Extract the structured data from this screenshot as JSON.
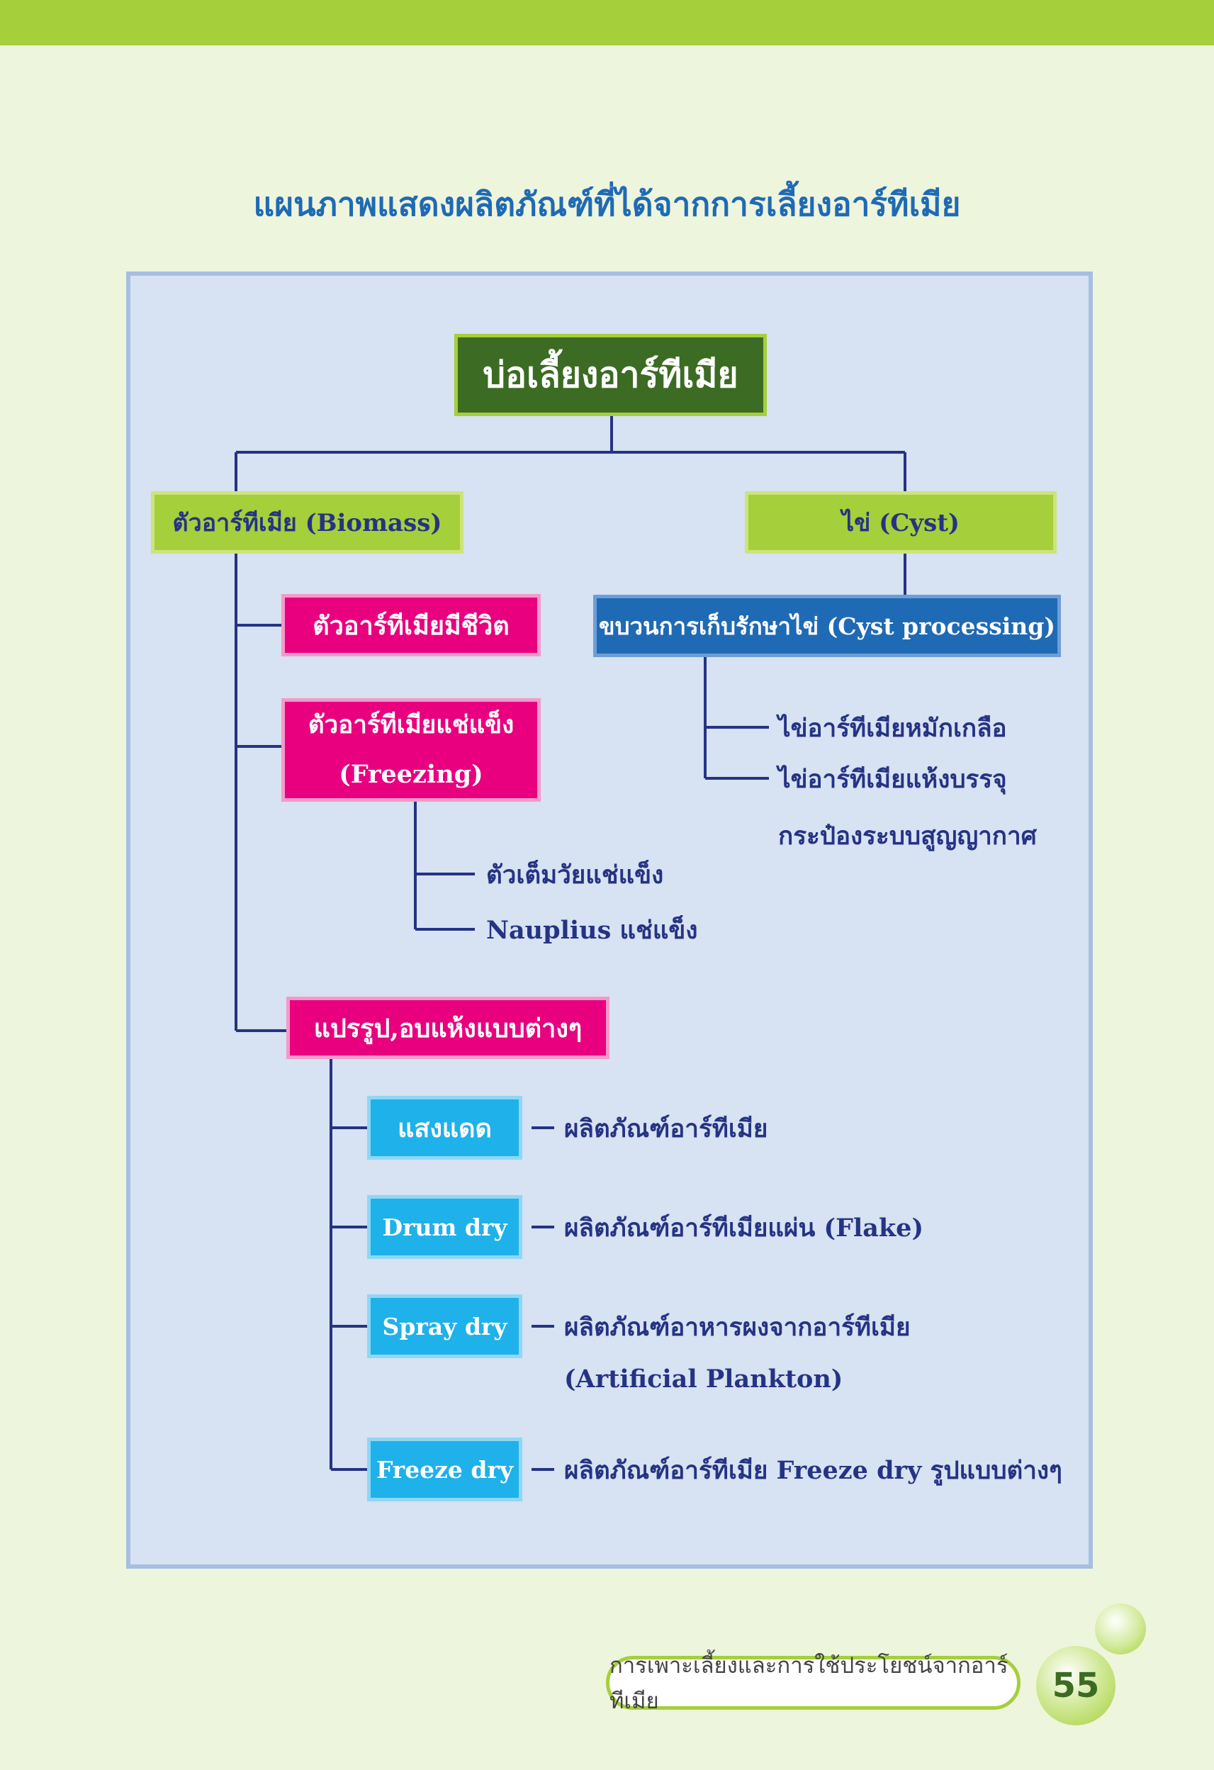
{
  "title": "แผนภาพแสดงผลิตภัณฑ์ที่ได้จากการเลี้ยงอาร์ทีเมีย",
  "diagram": {
    "root": "บ่อเลี้ยงอาร์ทีเมีย",
    "biomass": "ตัวอาร์ทีเมีย (Biomass)",
    "cyst": "ไข่ (Cyst)",
    "cyst_processing": "ขบวนการเก็บรักษาไข่ (Cyst processing)",
    "cyst_products": [
      "ไข่อาร์ทีเมียหมักเกลือ",
      "ไข่อาร์ทีเมียแห้งบรรจุ",
      "กระป๋องระบบสูญญากาศ"
    ],
    "live": "ตัวอาร์ทีเมียมีชีวิต",
    "frozen_line1": "ตัวอาร์ทีเมียแช่แข็ง",
    "frozen_line2": "(Freezing)",
    "frozen_products": [
      "ตัวเต็มวัยแช่แข็ง",
      "Nauplius แช่แข็ง"
    ],
    "processed": "แปรรูป,อบแห้งแบบต่างๆ",
    "methods": [
      {
        "label": "แสงแดด",
        "product": [
          "ผลิตภัณฑ์อาร์ทีเมีย"
        ]
      },
      {
        "label": "Drum dry",
        "product": [
          "ผลิตภัณฑ์อาร์ทีเมียแผ่น (Flake)"
        ]
      },
      {
        "label": "Spray dry",
        "product": [
          "ผลิตภัณฑ์อาหารผงจากอาร์ทีเมีย",
          "(Artificial Plankton)"
        ]
      },
      {
        "label": "Freeze dry",
        "product": [
          "ผลิตภัณฑ์อาร์ทีเมีย Freeze dry รูปแบบต่างๆ"
        ]
      }
    ]
  },
  "footer": {
    "text": "การเพาะเลี้ยงและการใช้ประโยชน์จากอาร์ทีเมีย",
    "page": "55"
  },
  "colors": {
    "line": "#253384",
    "green_dark": "#3c6b23",
    "green_light": "#a5cf3b",
    "pink": "#e8007f",
    "blue": "#1f6ab4",
    "cyan": "#1fb1ea",
    "panel": "#d7e2f2"
  }
}
